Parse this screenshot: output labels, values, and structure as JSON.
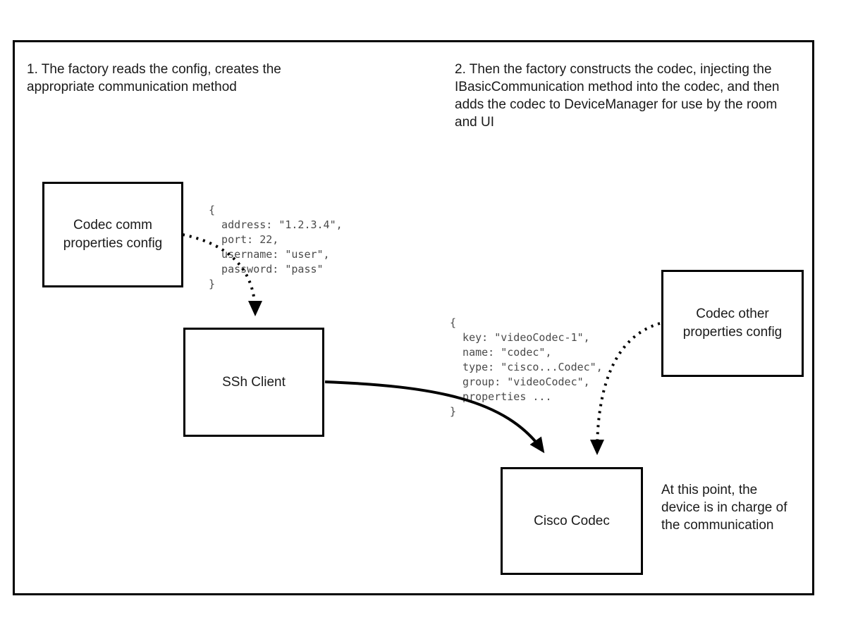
{
  "diagram": {
    "notes": {
      "step1": "1. The factory reads the config, creates the appropriate communication method",
      "step2": "2. Then the factory constructs the codec, injecting the IBasicCommunication method into the codec, and then adds the codec to DeviceManager for use by the room and UI",
      "endpoint": "At this point, the device is in charge of the communication"
    },
    "boxes": {
      "comm_config": "Codec comm properties config",
      "ssh_client": "SSh Client",
      "other_config": "Codec other properties config",
      "cisco_codec": "Cisco Codec"
    },
    "code": {
      "comm_properties": "{\n  address: \"1.2.3.4\",\n  port: 22,\n  username: \"user\",\n  password: \"pass\"\n}",
      "codec_properties": "{\n  key: \"videoCodec-1\",\n  name: \"codec\",\n  type: \"cisco...Codec\",\n  group: \"videoCodec\",\n  properties ...\n}"
    },
    "colors": {
      "line": "#000000",
      "border": "#000000",
      "code_text": "#4a4a4a",
      "background": "#ffffff"
    }
  }
}
